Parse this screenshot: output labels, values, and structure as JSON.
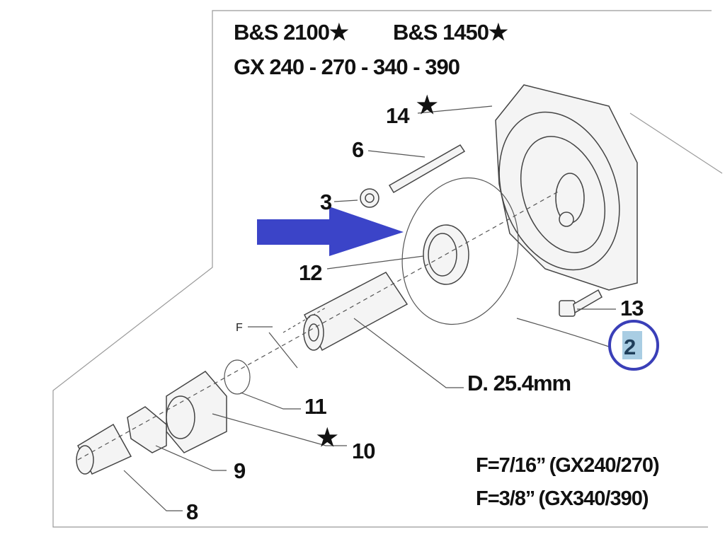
{
  "header": {
    "line1_a": "B&S 2100★",
    "line1_b": "B&S 1450★",
    "line2": "GX 240 - 270 - 340 - 390"
  },
  "callouts": {
    "p14": "14",
    "p6": "6",
    "p3": "3",
    "p12": "12",
    "p13": "13",
    "p2": "2",
    "diameter": "D. 25.4mm",
    "p11": "11",
    "p10": "10",
    "p9": "9",
    "p8": "8",
    "f": "F",
    "star": "★"
  },
  "notes": {
    "f1": "F=7/16’’ (GX240/270)",
    "f2": "F=3/8’’ (GX340/390)"
  },
  "colors": {
    "arrow": "#3b44c8",
    "highlight_circle": "#3a3fb8",
    "highlight_fill": "#a9cde3"
  }
}
